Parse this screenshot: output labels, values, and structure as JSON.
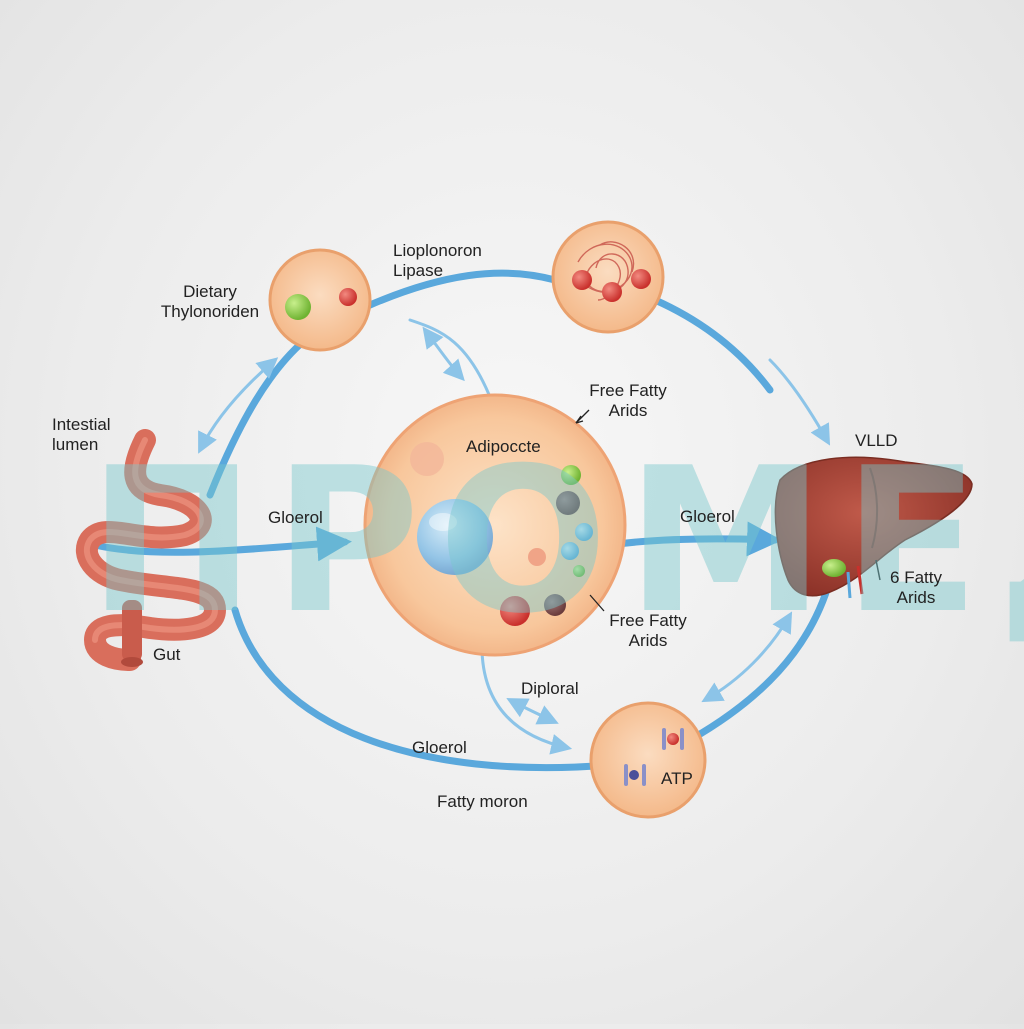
{
  "labels": {
    "dietary": [
      "Dietary",
      "Thylonoriden"
    ],
    "lipoprotein": [
      "Lioplonoron",
      "Lipase"
    ],
    "intestinal": [
      "Intestial",
      "lumen"
    ],
    "gut": "Gut",
    "adipocyte": "Adipoccte",
    "ffa_top": [
      "Free Fatty",
      "Arids"
    ],
    "ffa_bottom": [
      "Free Fatty",
      "Arids"
    ],
    "vlld": "VLLD",
    "liver_ffa": [
      "6 Fatty",
      "Arids"
    ],
    "glycerol_left": "Gloerol",
    "glycerol_right": "Gloerol",
    "glycerol_bottom": "Gloerol",
    "diploral": "Diploral",
    "fatty_moron": "Fatty moron",
    "atp": "ATP"
  },
  "watermark": "ПРОМЕД",
  "colors": {
    "arrow": "#5aa8dc",
    "cell_fill": "#f6c49a",
    "cell_border": "#e9a06c",
    "liver": "#a8463a",
    "gut": "#d96e5c"
  }
}
